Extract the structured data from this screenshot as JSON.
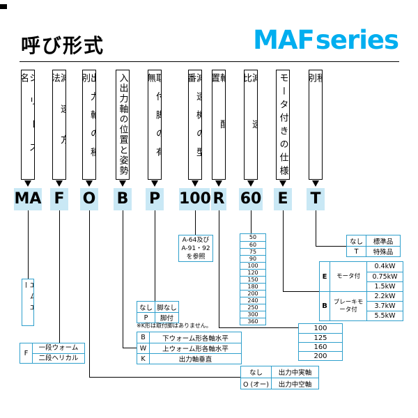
{
  "header": {
    "title": "呼び形式",
    "brand_main": "MAF",
    "brand_sub": "series",
    "brand_color": "#00AEEF"
  },
  "columns": [
    {
      "label": "シリーズ名",
      "code": "MA"
    },
    {
      "label": "減速方法",
      "code": "F"
    },
    {
      "label": "出力軸の種別",
      "code": "O"
    },
    {
      "label": "入出力軸の位置と姿勢",
      "code": "B"
    },
    {
      "label": "取付脚の有無",
      "code": "P"
    },
    {
      "label": "減速機の型番",
      "code": "100"
    },
    {
      "label": "軸配置",
      "code": "R"
    },
    {
      "label": "減速比",
      "code": "60"
    },
    {
      "label": "モータ付きの仕様",
      "code": "E"
    },
    {
      "label": "種別",
      "code": "T"
    }
  ],
  "series_note": "エムエー",
  "tables": {
    "reduction": {
      "key": "F",
      "rows": [
        "一段ウォーム",
        "二段ヘリカル"
      ]
    },
    "output_shaft": {
      "rows": [
        {
          "key": "なし",
          "value": "出力中実軸"
        },
        {
          "key": "O (オー)",
          "value": "出力中空軸"
        }
      ]
    },
    "shaft_position": {
      "note": "※K形は取付脚はありません。",
      "rows": [
        {
          "key": "B",
          "value": "下ウォーム形各軸水平"
        },
        {
          "key": "W",
          "value": "上ウォーム形各軸水平"
        },
        {
          "key": "K",
          "value": "出力軸垂直"
        }
      ]
    },
    "mounting_leg": {
      "rows": [
        {
          "key": "なし",
          "value": "脚なし"
        },
        {
          "key": "P",
          "value": "脚付"
        }
      ]
    },
    "model_ref": {
      "lines": [
        "A-64及び",
        "A-91・92",
        "を参照"
      ]
    },
    "size": {
      "values": [
        "100",
        "125",
        "160",
        "200"
      ]
    },
    "ratio": {
      "values": [
        "50",
        "60",
        "75",
        "90",
        "100",
        "120",
        "150",
        "180",
        "200",
        "240",
        "250",
        "300",
        "360"
      ]
    },
    "motor": [
      {
        "key": "E",
        "label": "モータ付",
        "kw": [
          "0.4kW",
          "0.75kW",
          "1.5kW"
        ]
      },
      {
        "key": "B",
        "label": "ブレーキモータ付",
        "kw": [
          "2.2kW",
          "3.7kW",
          "5.5kW"
        ]
      }
    ],
    "type": {
      "rows": [
        {
          "key": "なし",
          "value": "標準品"
        },
        {
          "key": "T",
          "value": "特殊品"
        }
      ]
    }
  },
  "colors": {
    "accent": "#00AEEF",
    "code_bg": "#C9E8F5",
    "table_border": "#2E9FCC"
  }
}
